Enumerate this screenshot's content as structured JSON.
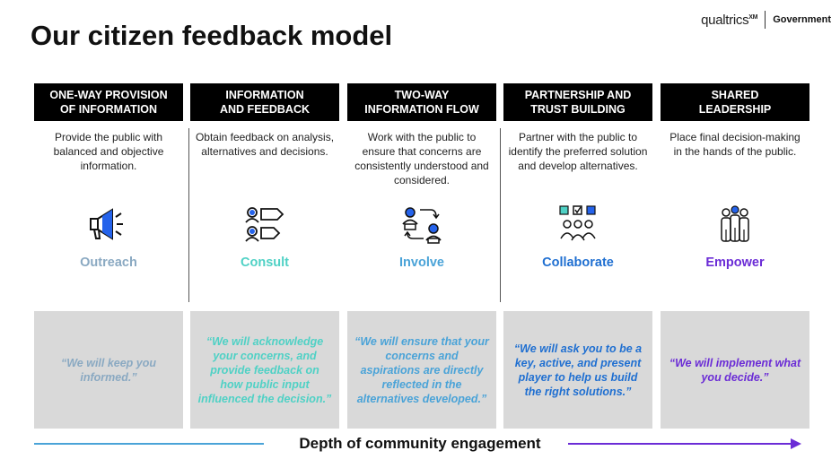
{
  "title": "Our citizen feedback model",
  "brand": {
    "logo": "qualtrics",
    "logo_sup": "XM",
    "division": "Government"
  },
  "columns": [
    {
      "header": "ONE-WAY PROVISION\nOF INFORMATION",
      "description": "Provide the public with balanced and objective information.",
      "label": "Outreach",
      "color": "#8aa9c2",
      "quote": "“We will keep you informed.”",
      "icon": "megaphone-icon"
    },
    {
      "header": "INFORMATION\nAND FEEDBACK",
      "description": "Obtain feedback on analysis, alternatives and decisions.",
      "label": "Consult",
      "color": "#4fd1c5",
      "quote": "“We will acknowledge your concerns, and provide feedback on how public input influenced the decision.”",
      "icon": "feedback-people-icon"
    },
    {
      "header": "TWO-WAY\nINFORMATION FLOW",
      "description": "Work with the public to ensure that concerns are consistently understood and considered.",
      "label": "Involve",
      "color": "#4aa3d8",
      "quote": "“We will ensure that your concerns and aspirations are directly reflected in the alternatives developed.”",
      "icon": "exchange-people-icon"
    },
    {
      "header": "PARTNERSHIP AND\nTRUST BUILDING",
      "description": "Partner with the public to identify the preferred solution and develop alternatives.",
      "label": "Collaborate",
      "color": "#1f6fd1",
      "quote": "“We will ask you to be a key, active, and present player to help us build the right solutions.”",
      "icon": "team-icon"
    },
    {
      "header": "SHARED\nLEADERSHIP",
      "description": "Place final decision-making in the hands of the public.",
      "label": "Empower",
      "color": "#6b2cd6",
      "quote": "“We will implement what you decide.”",
      "icon": "group-icon"
    }
  ],
  "footer": "Depth of community engagement"
}
